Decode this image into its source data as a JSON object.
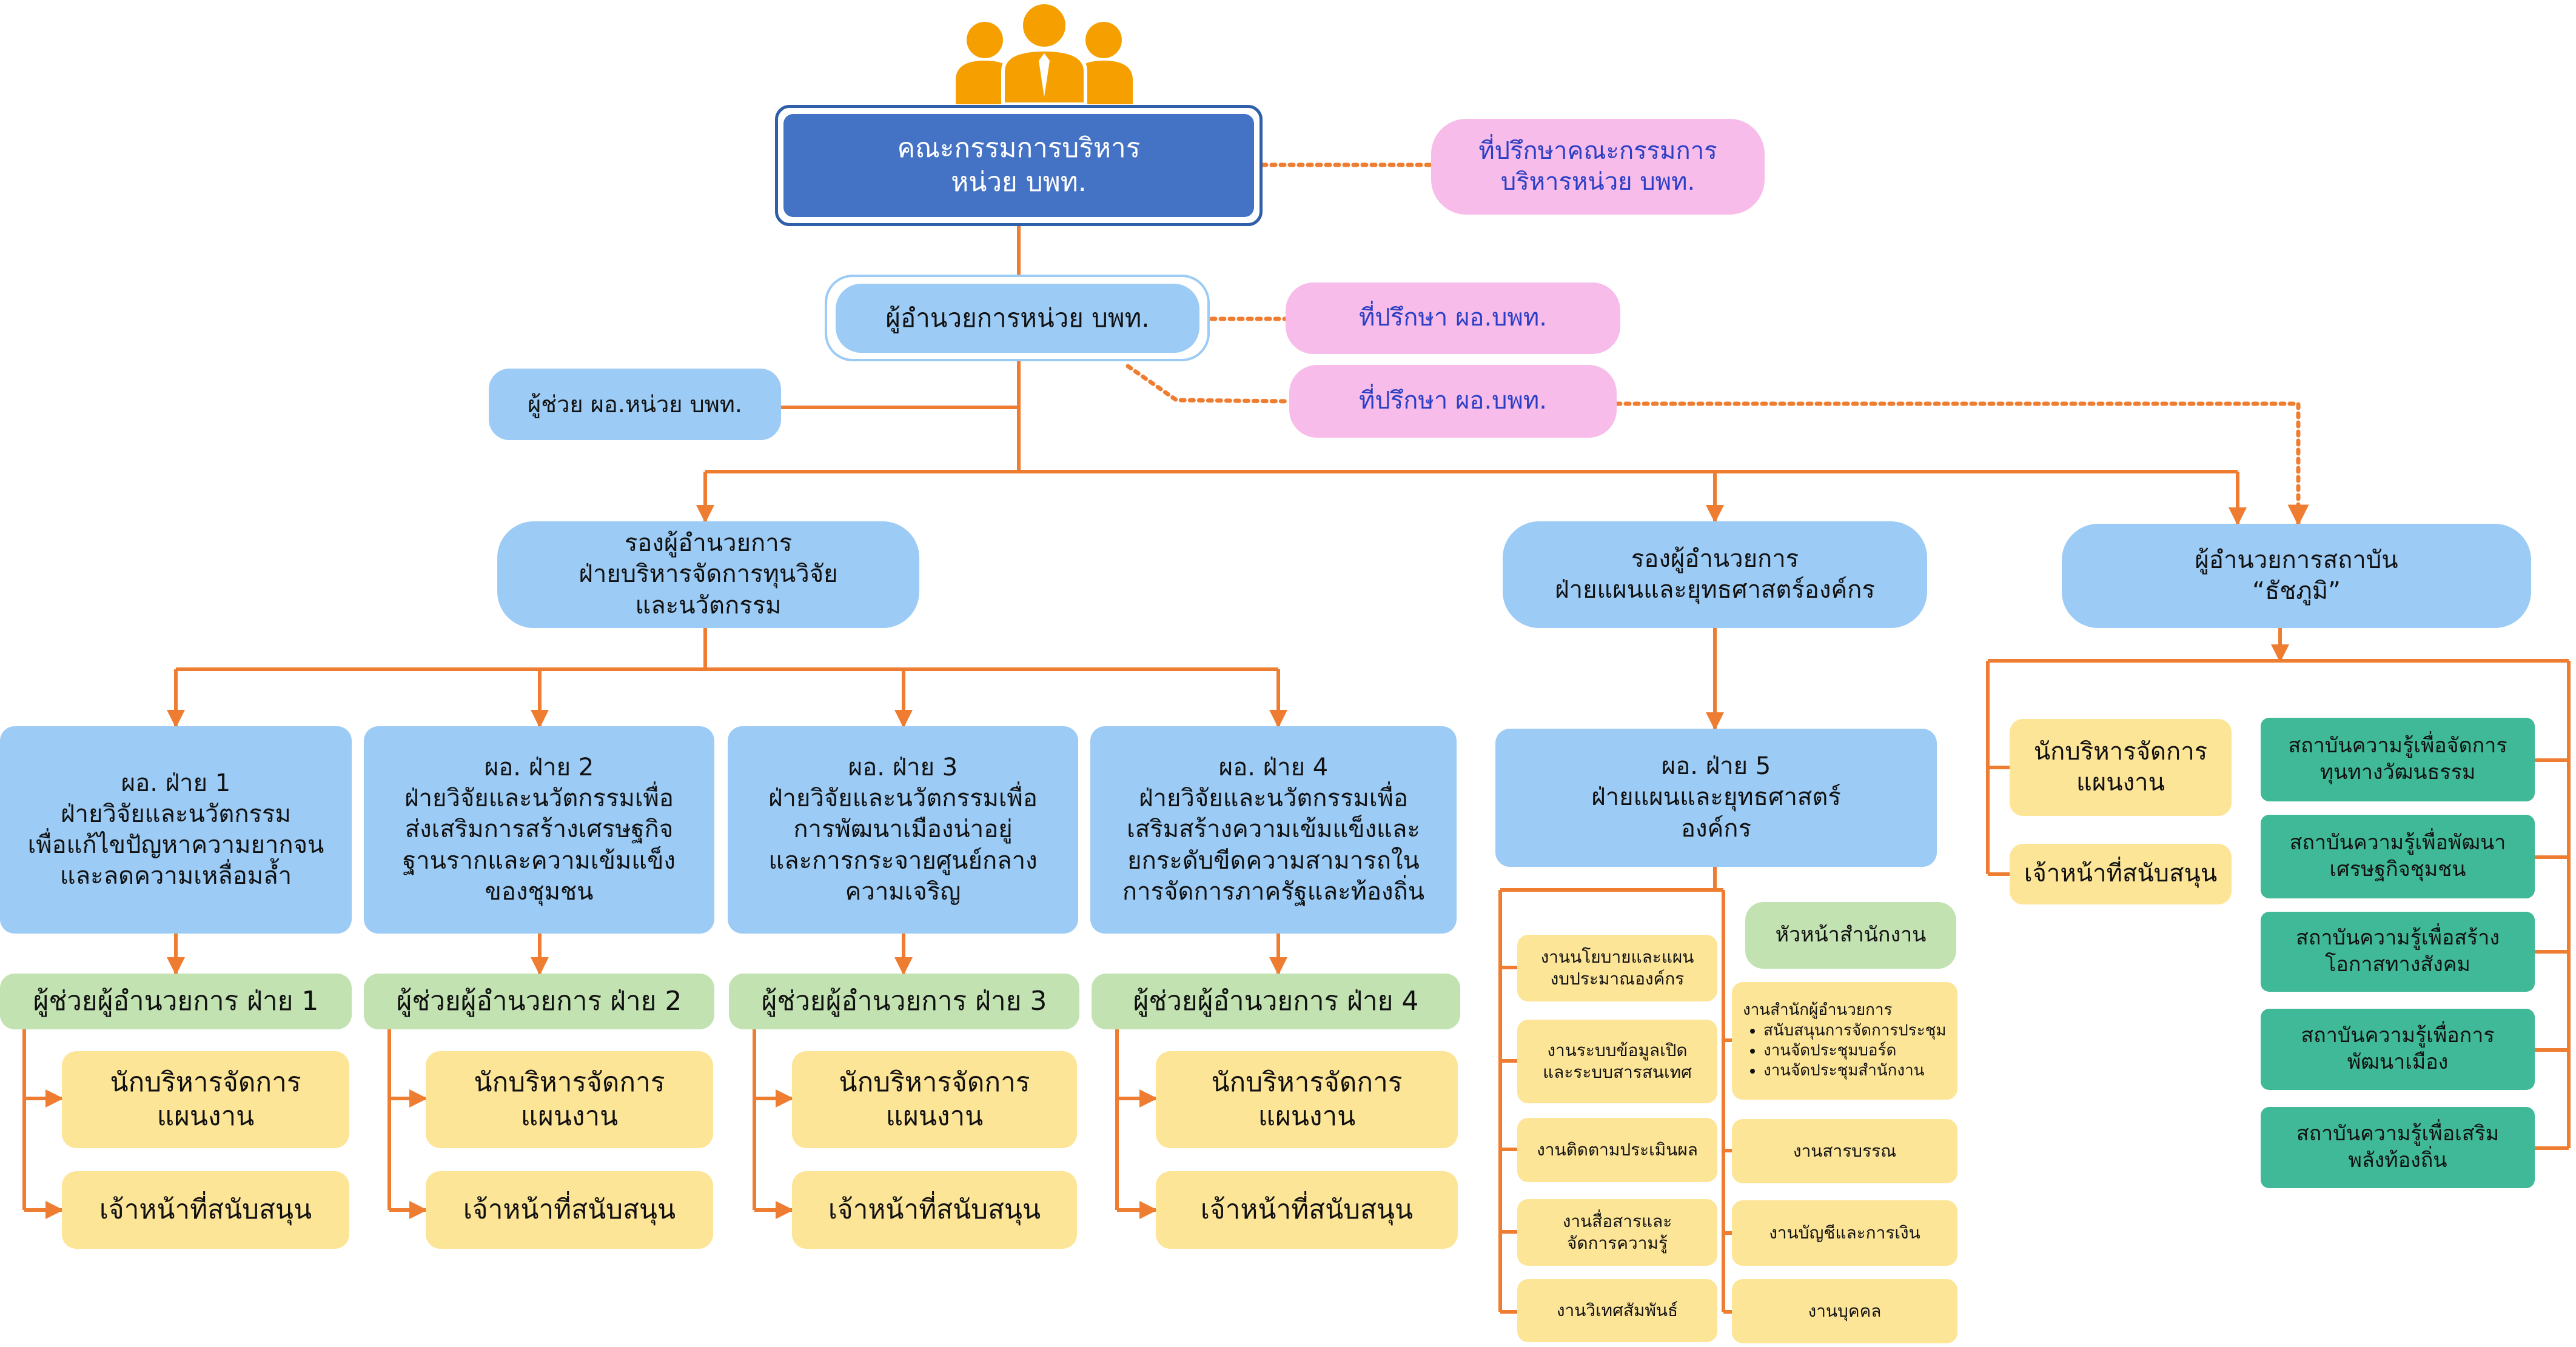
{
  "board": {
    "line1": "คณะกรรมการบริหาร",
    "line2": "หน่วย บพท."
  },
  "board_advisor": {
    "line1": "ที่ปรึกษาคณะกรรมการ",
    "line2": "บริหารหน่วย บพท."
  },
  "director": {
    "label": "ผู้อำนวยการหน่วย บพท."
  },
  "director_advisor_1": {
    "label": "ที่ปรึกษา ผอ.บพท."
  },
  "director_advisor_2": {
    "label": "ที่ปรึกษา ผอ.บพท."
  },
  "assistant_director": {
    "label": "ผู้ช่วย ผอ.หน่วย บพท."
  },
  "deputy_1": {
    "line1": "รองผู้อำนวยการ",
    "line2": "ฝ่ายบริหารจัดการทุนวิจัย",
    "line3": "และนวัตกรรม"
  },
  "deputy_2": {
    "line1": "รองผู้อำนวยการ",
    "line2": "ฝ่ายแผนและยุทธศาสตร์องค์กร"
  },
  "institute_director": {
    "line1": "ผู้อำนวยการสถาบัน",
    "line2": "“ธัชภูมิ”"
  },
  "divisions": [
    {
      "lines": [
        "ผอ. ฝ่าย 1",
        "ฝ่ายวิจัยและนวัตกรรม",
        "เพื่อแก้ไขปัญหาความยากจน",
        "และลดความเหลื่อมล้ำ"
      ],
      "assistant": "ผู้ช่วยผู้อำนวยการ ฝ่าย 1",
      "planner": [
        "นักบริหารจัดการ",
        "แผนงาน"
      ],
      "support": "เจ้าหน้าที่สนับสนุน"
    },
    {
      "lines": [
        "ผอ. ฝ่าย 2",
        "ฝ่ายวิจัยและนวัตกรรมเพื่อ",
        "ส่งเสริมการสร้างเศรษฐกิจ",
        "ฐานรากและความเข้มแข็ง",
        "ของชุมชน"
      ],
      "assistant": "ผู้ช่วยผู้อำนวยการ ฝ่าย 2",
      "planner": [
        "นักบริหารจัดการ",
        "แผนงาน"
      ],
      "support": "เจ้าหน้าที่สนับสนุน"
    },
    {
      "lines": [
        "ผอ. ฝ่าย 3",
        "ฝ่ายวิจัยและนวัตกรรมเพื่อ",
        "การพัฒนาเมืองน่าอยู่",
        "และการกระจายศูนย์กลาง",
        "ความเจริญ"
      ],
      "assistant": "ผู้ช่วยผู้อำนวยการ ฝ่าย 3",
      "planner": [
        "นักบริหารจัดการ",
        "แผนงาน"
      ],
      "support": "เจ้าหน้าที่สนับสนุน"
    },
    {
      "lines": [
        "ผอ. ฝ่าย 4",
        "ฝ่ายวิจัยและนวัตกรรมเพื่อ",
        "เสริมสร้างความเข้มแข็งและ",
        "ยกระดับขีดความสามารถใน",
        "การจัดการภาครัฐและท้องถิ่น"
      ],
      "assistant": "ผู้ช่วยผู้อำนวยการ ฝ่าย 4",
      "planner": [
        "นักบริหารจัดการ",
        "แผนงาน"
      ],
      "support": "เจ้าหน้าที่สนับสนุน"
    }
  ],
  "division_5": {
    "lines": [
      "ผอ. ฝ่าย 5",
      "ฝ่ายแผนและยุทธศาสตร์",
      "องค์กร"
    ]
  },
  "div5_left": [
    [
      "งานนโยบายและแผน",
      "งบประมาณองค์กร"
    ],
    [
      "งานระบบข้อมูลเปิด",
      "และระบบสารสนเทศ"
    ],
    [
      "งานติดตามประเมินผล"
    ],
    [
      "งานสื่อสารและ",
      "จัดการความรู้"
    ],
    [
      "งานวิเทศสัมพันธ์"
    ]
  ],
  "office_head": {
    "label": "หัวหน้าสำนักงาน"
  },
  "director_office": {
    "title": "งานสำนักผู้อำนวยการ",
    "items": [
      "สนับสนุนการจัดการประชุม",
      "งานจัดประชุมบอร์ด",
      "งานจัดประชุมสำนักงาน"
    ]
  },
  "div5_right": [
    [
      "งานสารบรรณ"
    ],
    [
      "งานบัญชีและการเงิน"
    ],
    [
      "งานบุคคล"
    ]
  ],
  "institute_staff": {
    "planner": [
      "นักบริหารจัดการ",
      "แผนงาน"
    ],
    "support": "เจ้าหน้าที่สนับสนุน"
  },
  "institutes": [
    [
      "สถาบันความรู้เพื่อจัดการ",
      "ทุนทางวัฒนธรรม"
    ],
    [
      "สถาบันความรู้เพื่อพัฒนา",
      "เศรษฐกิจชุมชน"
    ],
    [
      "สถาบันความรู้เพื่อสร้าง",
      "โอกาสทางสังคม"
    ],
    [
      "สถาบันความรู้เพื่อการ",
      "พัฒนาเมือง"
    ],
    [
      "สถาบันความรู้เพื่อเสริม",
      "พลังท้องถิ่น"
    ]
  ],
  "colors": {
    "connector": "#ee7d31",
    "board": "#4472c4",
    "advisor": "#f7bce9",
    "executive": "#9ccbf5",
    "assistant": "#c2e2b2",
    "staff": "#fde597",
    "institute": "#3fb997"
  },
  "icons": {
    "header": "people-group-icon"
  }
}
